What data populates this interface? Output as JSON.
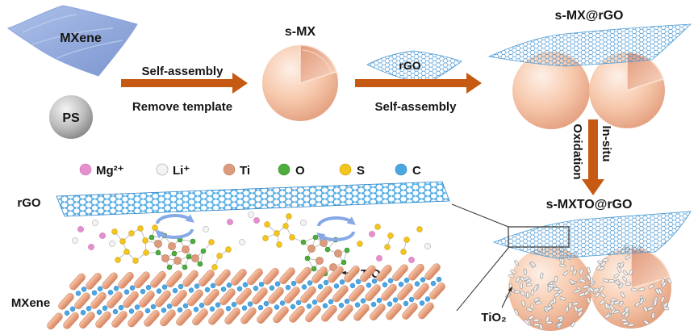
{
  "diagram": {
    "top_row": {
      "mxene_label": "MXene",
      "ps_label": "PS",
      "step1_top": "Self-assembly",
      "step1_bottom": "Remove template",
      "s_mx_label": "s-MX",
      "rgo_label": "rGO",
      "step2_bottom": "Self-assembly",
      "s_mx_rgo_label": "s-MX@rGO"
    },
    "step3": {
      "right": "In-situ",
      "left": "Oxidation"
    },
    "s_mxto_rgo_label": "s-MXTO@rGO",
    "tio2_sphere_label": "TiO₂",
    "legend": [
      {
        "label": "Mg²⁺",
        "color": "#e68fcf"
      },
      {
        "label": "Li⁺",
        "color": "#f3f3f3"
      },
      {
        "label": "Ti",
        "color": "#dc9b7c"
      },
      {
        "label": "O",
        "color": "#4dae3d"
      },
      {
        "label": "S",
        "color": "#f4c51c"
      },
      {
        "label": "C",
        "color": "#4ba6e2"
      }
    ],
    "detail": {
      "rgo_label": "rGO",
      "mxene_label": "MXene",
      "tio2_label": "TiO₂"
    }
  },
  "colors": {
    "arrow": "#c65a12",
    "exchange_arrow": "#86a8e6"
  }
}
